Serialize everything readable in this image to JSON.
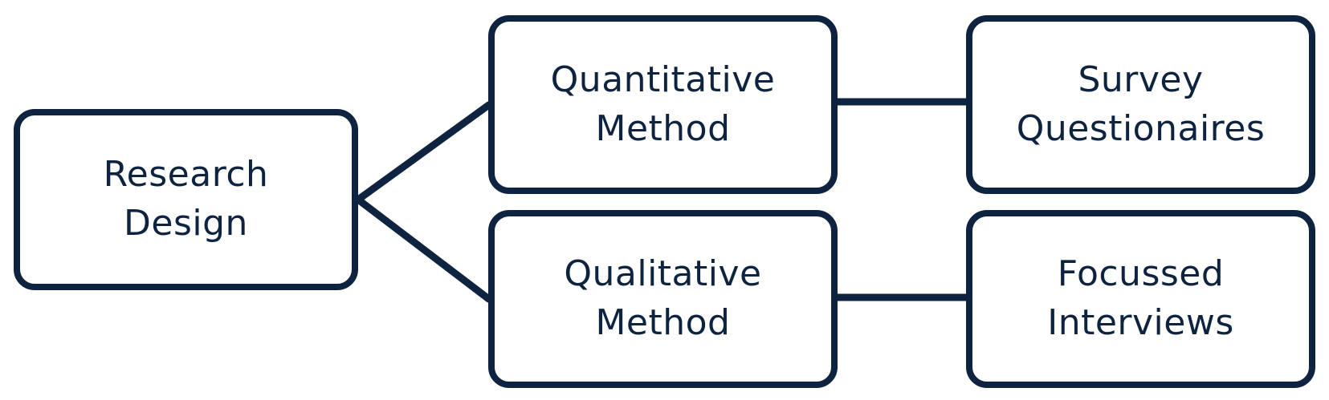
{
  "theme": {
    "stroke_color": "#0e233f",
    "text_color": "#0e233f",
    "background": "#ffffff"
  },
  "nodes": {
    "research_design": {
      "line1": "Research",
      "line2": "Design"
    },
    "quantitative_method": {
      "line1": "Quantitative",
      "line2": "Method"
    },
    "qualitative_method": {
      "line1": "Qualitative",
      "line2": "Method"
    },
    "survey_questionaires": {
      "line1": "Survey",
      "line2": "Questionaires"
    },
    "focussed_interviews": {
      "line1": "Focussed",
      "line2": "Interviews"
    }
  },
  "edges": [
    {
      "from": "research_design",
      "to": "quantitative_method"
    },
    {
      "from": "research_design",
      "to": "qualitative_method"
    },
    {
      "from": "quantitative_method",
      "to": "survey_questionaires"
    },
    {
      "from": "qualitative_method",
      "to": "focussed_interviews"
    }
  ]
}
